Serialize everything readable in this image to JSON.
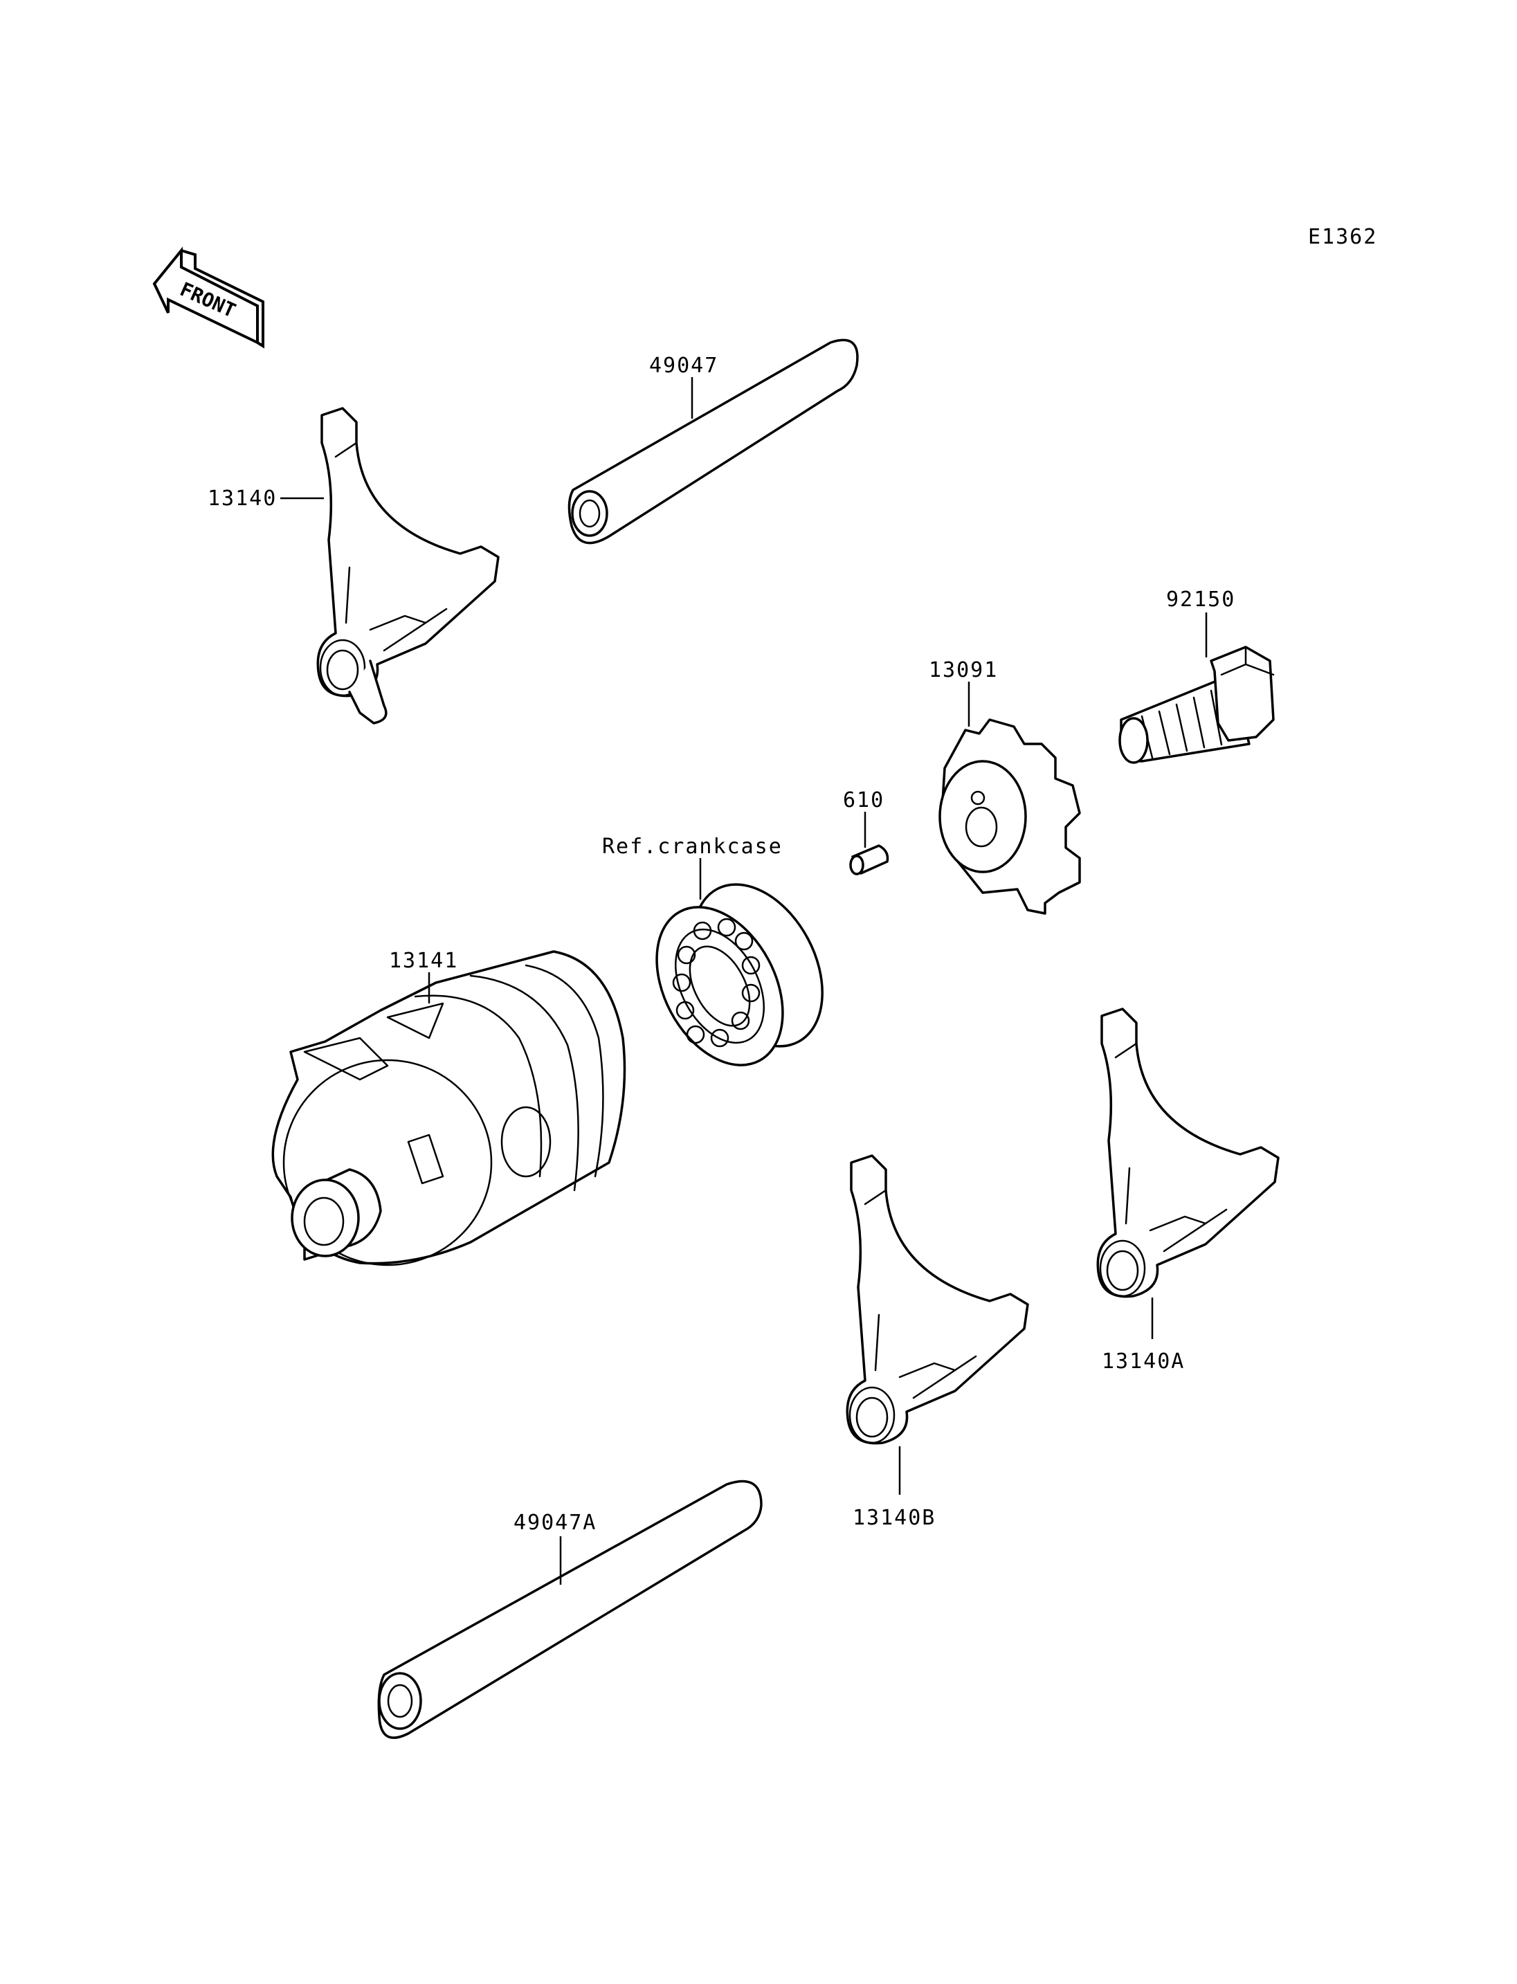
{
  "diagram_code": "E1362",
  "front_arrow_label": "FRONT",
  "parts": [
    {
      "part_no": "49047",
      "icon": "shift-rod-icon"
    },
    {
      "part_no": "13140",
      "icon": "shift-fork-icon"
    },
    {
      "part_no": "92150",
      "icon": "bolt-icon"
    },
    {
      "part_no": "13091",
      "icon": "drum-cam-icon"
    },
    {
      "part_no": "610",
      "icon": "pin-icon"
    },
    {
      "part_no": "Ref.crankcase",
      "icon": "bearing-icon"
    },
    {
      "part_no": "13141",
      "icon": "shift-drum-icon"
    },
    {
      "part_no": "13140A",
      "icon": "shift-fork-icon"
    },
    {
      "part_no": "13140B",
      "icon": "shift-fork-icon"
    },
    {
      "part_no": "49047A",
      "icon": "shift-rod-icon"
    }
  ]
}
